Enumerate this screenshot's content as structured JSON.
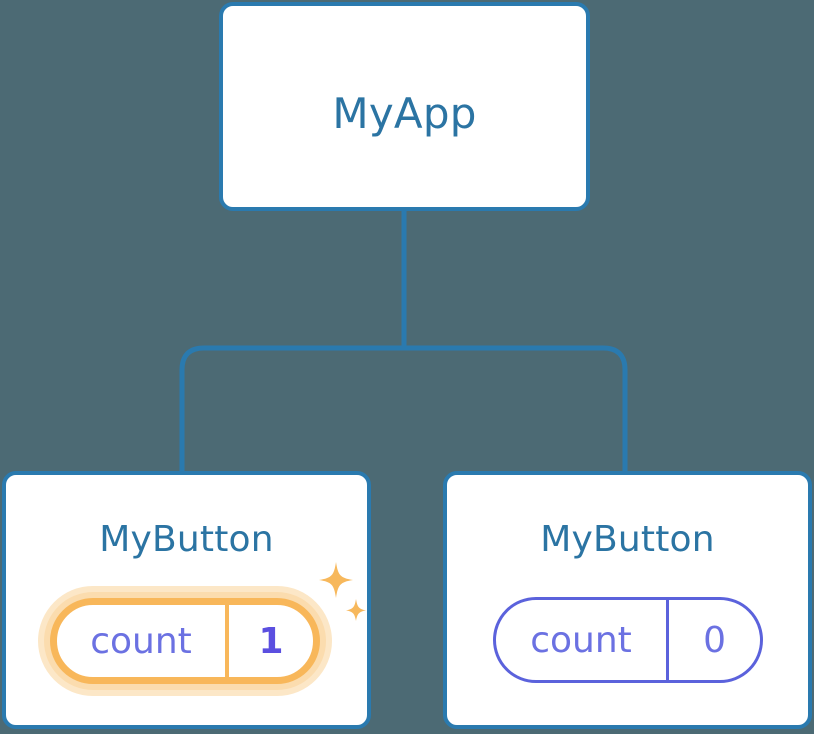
{
  "diagram": {
    "type": "component-tree",
    "background_color": "#4C6A74",
    "line_color": "#2A7AAF",
    "title_color": "#2B74A3",
    "root": {
      "label": "MyApp"
    },
    "children": [
      {
        "label": "MyButton",
        "highlighted": true,
        "state": {
          "name": "count",
          "value": "1"
        },
        "highlight_color": "#F8B75A",
        "halo_color": "#FCE7C7",
        "value_color": "#5B4FE0",
        "label_color": "#6B71E2",
        "sparkles": [
          {
            "name": "sparkle-large",
            "size": 34
          },
          {
            "name": "sparkle-small",
            "size": 21
          }
        ]
      },
      {
        "label": "MyButton",
        "highlighted": false,
        "state": {
          "name": "count",
          "value": "0"
        },
        "border_color": "#5B62DC",
        "label_color": "#6B71E2",
        "value_color": "#6B71E2"
      }
    ]
  }
}
